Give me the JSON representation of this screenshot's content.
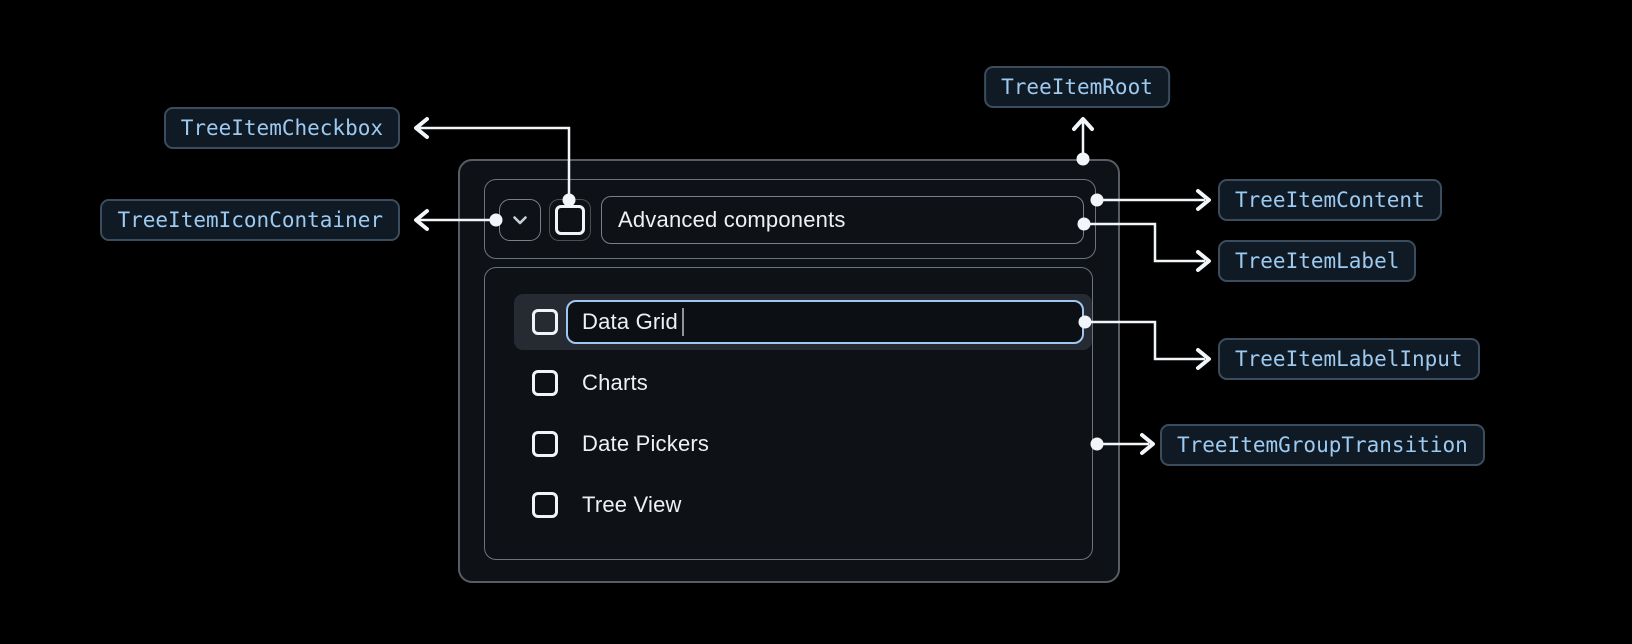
{
  "annotations": {
    "tree_item_root": "TreeItemRoot",
    "tree_item_checkbox": "TreeItemCheckbox",
    "tree_item_icon_container": "TreeItemIconContainer",
    "tree_item_content": "TreeItemContent",
    "tree_item_label": "TreeItemLabel",
    "tree_item_label_input": "TreeItemLabelInput",
    "tree_item_group_transition": "TreeItemGroupTransition"
  },
  "tree": {
    "parent_item": {
      "label": "Advanced components",
      "expanded": true,
      "expand_icon": "chevron-down-icon",
      "checkbox_checked": false
    },
    "children": [
      {
        "label": "Data Grid",
        "checkbox_checked": false,
        "editing": true
      },
      {
        "label": "Charts",
        "checkbox_checked": false,
        "editing": false
      },
      {
        "label": "Date Pickers",
        "checkbox_checked": false,
        "editing": false
      },
      {
        "label": "Tree View",
        "checkbox_checked": false,
        "editing": false
      }
    ]
  },
  "colors": {
    "page_bg": "#000000",
    "card_bg": "#0e1116",
    "card_border": "#575d65",
    "box_border": "#6d737b",
    "row_highlight_bg": "#262b33",
    "input_focus_border": "#a0c7ef",
    "text_primary": "#eef1f4",
    "badge_text": "#9ccaf1",
    "badge_bg": "#101a24",
    "badge_border": "#3b4d5d",
    "connector": "#f2f6fa"
  }
}
